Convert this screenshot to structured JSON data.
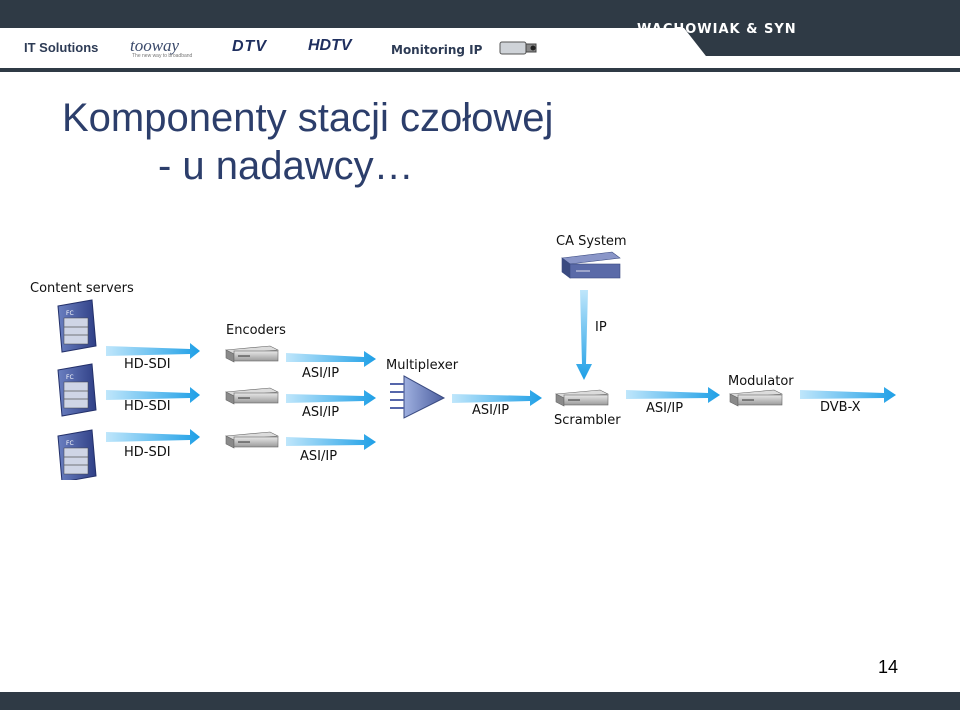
{
  "header": {
    "logos": {
      "it_solutions": "IT Solutions",
      "tooway": "tooway",
      "tooway_tagline": "The new way to broadband",
      "dtv": "DTV",
      "hdtv": "HDTV",
      "monitoring": "Monitoring IP",
      "camera_icon": "cctv-camera-icon"
    },
    "brand": "WACHOWIAK & SYN",
    "colors": {
      "bar": "#2f3a45",
      "title": "#2c3e6b",
      "arrow": "#2aa8e8"
    }
  },
  "slide": {
    "title": "Komponenty stacji czołowej",
    "subtitle": "- u nadawcy…",
    "page_number": "14"
  },
  "diagram": {
    "content_servers": "Content servers",
    "server_badge": "FC",
    "hd_sdi": [
      "HD-SDI",
      "HD-SDI",
      "HD-SDI"
    ],
    "encoders": "Encoders",
    "asi_ip_encoders": [
      "ASI/IP",
      "ASI/IP",
      "ASI/IP"
    ],
    "multiplexer": "Multiplexer",
    "asi_ip_mux": "ASI/IP",
    "ca_system": "CA System",
    "ip": "IP",
    "scrambler": "Scrambler",
    "asi_ip_scrambler": "ASI/IP",
    "modulator": "Modulator",
    "dvb_x": "DVB-X"
  }
}
